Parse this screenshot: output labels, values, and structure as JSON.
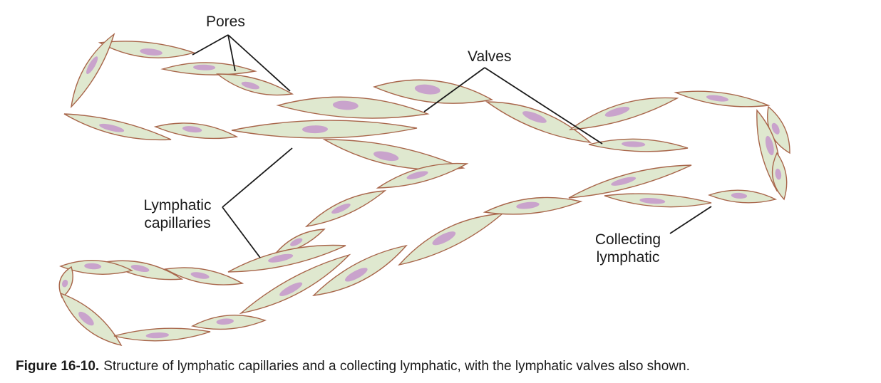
{
  "labels": {
    "pores": "Pores",
    "valves": "Valves",
    "lymphatic_capillaries_line1": "Lymphatic",
    "lymphatic_capillaries_line2": "capillaries",
    "collecting_lymphatic_line1": "Collecting",
    "collecting_lymphatic_line2": "lymphatic"
  },
  "caption": {
    "number": "Figure 16-10.",
    "text": "Structure of lymphatic capillaries and a collecting lymphatic, with the lymphatic valves also shown."
  },
  "colors": {
    "cell_fill": "#dfe8cf",
    "cell_outline": "#a8654a",
    "nucleus": "#c9a3cc",
    "leader_line": "#1a1a1a"
  }
}
